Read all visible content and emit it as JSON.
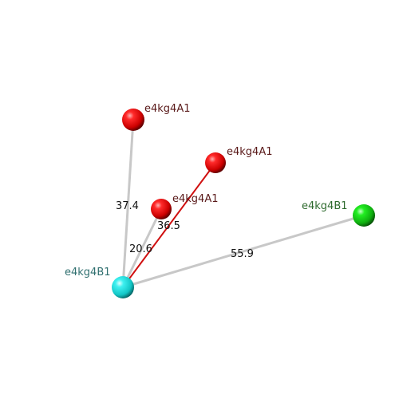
{
  "colors": {
    "background": "#ffffff",
    "bond_gray": "#c8c8c8",
    "bond_highlight": "#d01010",
    "label_red_atom": "#5a1a1a",
    "label_green_atom": "#2e6a2e",
    "label_cyan_atom": "#2f6f6f"
  },
  "nodes": [
    {
      "id": "A1a",
      "label": "e4kg4A1",
      "color": "red"
    },
    {
      "id": "A1b",
      "label": "e4kg4A1",
      "color": "red"
    },
    {
      "id": "A1c",
      "label": "e4kg4A1",
      "color": "red"
    },
    {
      "id": "B1g",
      "label": "e4kg4B1",
      "color": "green"
    },
    {
      "id": "B1c",
      "label": "e4kg4B1",
      "color": "cyan"
    }
  ],
  "edges": [
    {
      "from": "B1c",
      "to": "A1a",
      "label": "37.4",
      "highlight": false
    },
    {
      "from": "B1c",
      "to": "A1b",
      "label": "",
      "highlight": true
    },
    {
      "from": "B1c",
      "to": "A1c",
      "label": "20.6",
      "highlight": false
    },
    {
      "from": "B1c",
      "to": "B1g",
      "label": "55.9",
      "highlight": false
    },
    {
      "from": "B1c",
      "to": "A1b",
      "label": "36.5",
      "highlight": false,
      "label_only": true
    }
  ]
}
